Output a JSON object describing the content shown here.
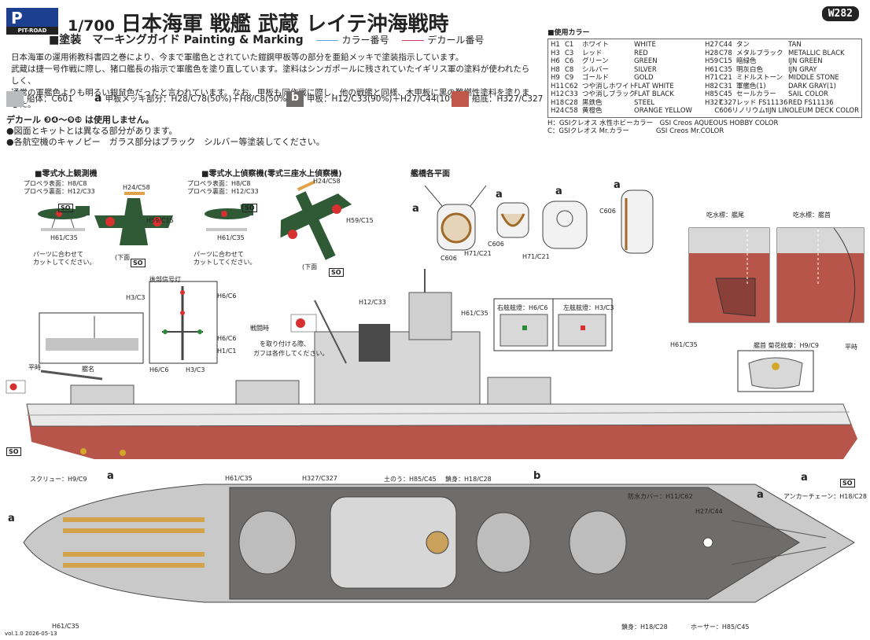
{
  "brand": {
    "logo_letter": "P",
    "logo_text": "PIT-ROAD"
  },
  "header": {
    "scale": "1/700",
    "title": "日本海軍 戦艦 武蔵 レイテ沖海戦時",
    "subtitle": "■塗装　マーキングガイド Painting & Marking",
    "legend_color": "カラー番号",
    "legend_decal": "デカール番号",
    "code": "W282"
  },
  "intro": [
    "日本海軍の運用術教科書四之巻により、今まで軍艦色とされていた鎧鋼甲板等の部分を亜鉛メッキで塗装指示しています。",
    "武蔵は捷一号作戦に際し、猪口艦長の指示で軍艦色を塗り直しています。塗料はシンガポールに残されていたイギリス軍の塗料が使われたらしく、",
    "通常の軍艦色よりも明るい銀鼠色だったと言われています。なお、甲板も同作戦に際し、他の戦艦と同様、木甲板に黒の難燃性塗料を塗りました。"
  ],
  "swatches": [
    {
      "letter": "",
      "text": "船体：C601",
      "color": "#b9bbbd"
    },
    {
      "letter": "a",
      "text": "甲板メッキ部分：H28/C78(50%)＋H8/C8(50%)",
      "color": ""
    },
    {
      "letter": "b",
      "text": "甲板：H12/C33(90%)＋H27/C44(10%)",
      "color": "#6e6d6b"
    },
    {
      "letter": "",
      "text": "船底：H327/C327",
      "color": "#c0584a"
    }
  ],
  "notes": {
    "decal": "デカール ❸❹〜❾❿ は使用しません。",
    "n1": "●図面とキットとは異なる部分があります。",
    "n2": "●各航空機のキャノピー　ガラス部分はブラック　シルバー等塗装してください。"
  },
  "color_table": {
    "heading": "■使用カラー",
    "left": [
      [
        "H1",
        "C1",
        "ホワイト",
        "WHITE"
      ],
      [
        "H3",
        "C3",
        "レッド",
        "RED"
      ],
      [
        "H6",
        "C6",
        "グリーン",
        "GREEN"
      ],
      [
        "H8",
        "C8",
        "シルバー",
        "SILVER"
      ],
      [
        "H9",
        "C9",
        "ゴールド",
        "GOLD"
      ],
      [
        "H11",
        "C62",
        "つや消しホワイト",
        "FLAT WHITE"
      ],
      [
        "H12",
        "C33",
        "つや消しブラック",
        "FLAT BLACK"
      ],
      [
        "H18",
        "C28",
        "黒鉄色",
        "STEEL"
      ],
      [
        "H24",
        "C58",
        "黄橙色",
        "ORANGE YELLOW"
      ]
    ],
    "right": [
      [
        "H27",
        "C44",
        "タン",
        "TAN"
      ],
      [
        "H28",
        "C78",
        "メタルブラック",
        "METALLIC BLACK"
      ],
      [
        "H59",
        "C15",
        "暗緑色",
        "IJN GREEN"
      ],
      [
        "H61",
        "C35",
        "明灰白色",
        "IJN GRAY"
      ],
      [
        "H71",
        "C21",
        "ミドルストーン",
        "MIDDLE STONE"
      ],
      [
        "H82",
        "C31",
        "軍艦色(1)",
        "DARK GRAY(1)"
      ],
      [
        "H85",
        "C45",
        "セールカラー",
        "SAIL COLOR"
      ],
      [
        "H327",
        "C327",
        "レッド FS11136",
        "RED FS11136"
      ],
      [
        "",
        "C606",
        "リノリウム色",
        "IJN LINOLEUM DECK COLOR"
      ]
    ],
    "foot1": "H：GSIクレオス 水性ホビーカラー　GSI Creos AQUEOUS HOBBY COLOR",
    "foot2": "C：GSIクレオス Mr.カラー　　　　GSI Creos Mr.COLOR"
  },
  "sections": {
    "plane1": "■零式水上観測機",
    "plane2": "■零式水上偵察機(零式三座水上偵察機)",
    "bridge": "艦橋各平面",
    "stern_label": "吃水標：艦尾",
    "bow_label": "吃水標：艦首"
  },
  "labels": {
    "p1_prop": "プロペラ表面：H8/C8",
    "p1_prop2": "プロペラ裏面：H12/C33",
    "p1_h24": "H24/C58",
    "p1_h59": "H59/C15",
    "p1_h61": "H61/C35",
    "p1_fit": "パーツに合わせて",
    "p1_fit2": "カットしてください。",
    "underside": "(下面",
    "p2_h24": "H24/C58",
    "p2_h59": "H59/C15",
    "p2_h61": "H61/C35",
    "mast_title": "後部信号灯",
    "mast_h3": "H3/C3",
    "mast_h6": "H6/C6",
    "mast_h6b": "H6/C6",
    "mast_h1": "H1/C1",
    "mast_h6c": "H6/C6",
    "mast_h3b": "H3/C3",
    "name_plate": "艦名",
    "battle_flag": "戦闘時",
    "flag_note1": "を取り付ける際、",
    "flag_note2": "ガフは各作してください。",
    "peace": "平時",
    "peace2": "平時",
    "h12": "H12/C33",
    "h61a": "H61/C35",
    "h61b": "H61/C35",
    "starboard": "右舷舷燈：H6/C6",
    "port": "左舷舷燈：H3/C3",
    "chrysanthemum": "艦首 菊花紋章：H9/C9",
    "screw": "スクリュー：H9/C9",
    "h61c": "H61/C35",
    "h327": "H327/C327",
    "sandbag": "土のう：H85/C45",
    "chain_a": "鎖身：H18/C28",
    "shield": "防水カバー：H11/C62",
    "h27": "H27/C44",
    "anchor": "アンカーチェーン：H18/C28",
    "h61d": "H61/C35",
    "chain_b": "鎖身：H18/C28",
    "hose": "ホーサー：H85/C45",
    "c606a": "C606",
    "c606b": "C606",
    "c606c": "C606",
    "h71a": "H71/C21",
    "h71b": "H71/C21",
    "a": "a",
    "b": "b",
    "so": "SO"
  },
  "footer": {
    "version": "vol.1.0 2026-05-13"
  }
}
